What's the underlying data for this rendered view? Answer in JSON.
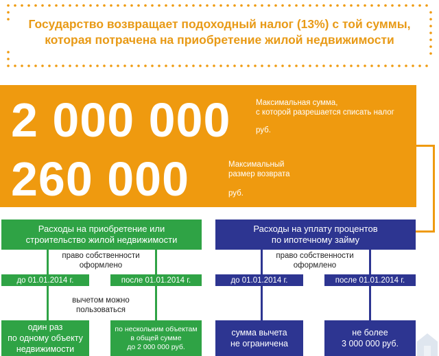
{
  "header": {
    "line1": "Государство возвращает подоходный налог (13%) с той суммы,",
    "line2": "которая потрачена на приобретение жилой недвижимости"
  },
  "limits": {
    "max_deduction_value": "2 000 000",
    "max_deduction_note_1": "Максимальная сумма,",
    "max_deduction_note_2": "с которой разрешается списать налог",
    "max_deduction_unit": "руб.",
    "max_refund_value": "260 000",
    "max_refund_note_1": "Максимальный",
    "max_refund_note_2": "размер возврата",
    "max_refund_unit": "руб."
  },
  "left": {
    "title_1": "Расходы на приобретение или",
    "title_2": "строительство жилой недвижимости",
    "ownership_1": "право собственности",
    "ownership_2": "оформлено",
    "before": "до 01.01.2014 г.",
    "after": "после 01.01.2014 г.",
    "usage_1": "вычетом можно",
    "usage_2": "пользоваться",
    "result_before_1": "один раз",
    "result_before_2": "по одному объекту",
    "result_before_3": "недвижимости",
    "result_after_1": "по нескольким объектам",
    "result_after_2": "в общей сумме",
    "result_after_3": "до 2 000 000 руб."
  },
  "right": {
    "title_1": "Расходы на уплату процентов",
    "title_2": "по ипотечному займу",
    "ownership_1": "право собственности",
    "ownership_2": "оформлено",
    "before": "до 01.01.2014 г.",
    "after": "после 01.01.2014 г.",
    "result_before_1": "сумма вычета",
    "result_before_2": "не ограничена",
    "result_after_1": "не более",
    "result_after_2": "3 000 000 руб."
  },
  "colors": {
    "orange": "#ef9a0f",
    "green": "#2fa345",
    "navy": "#2d3591",
    "header_text": "#e89a16"
  }
}
